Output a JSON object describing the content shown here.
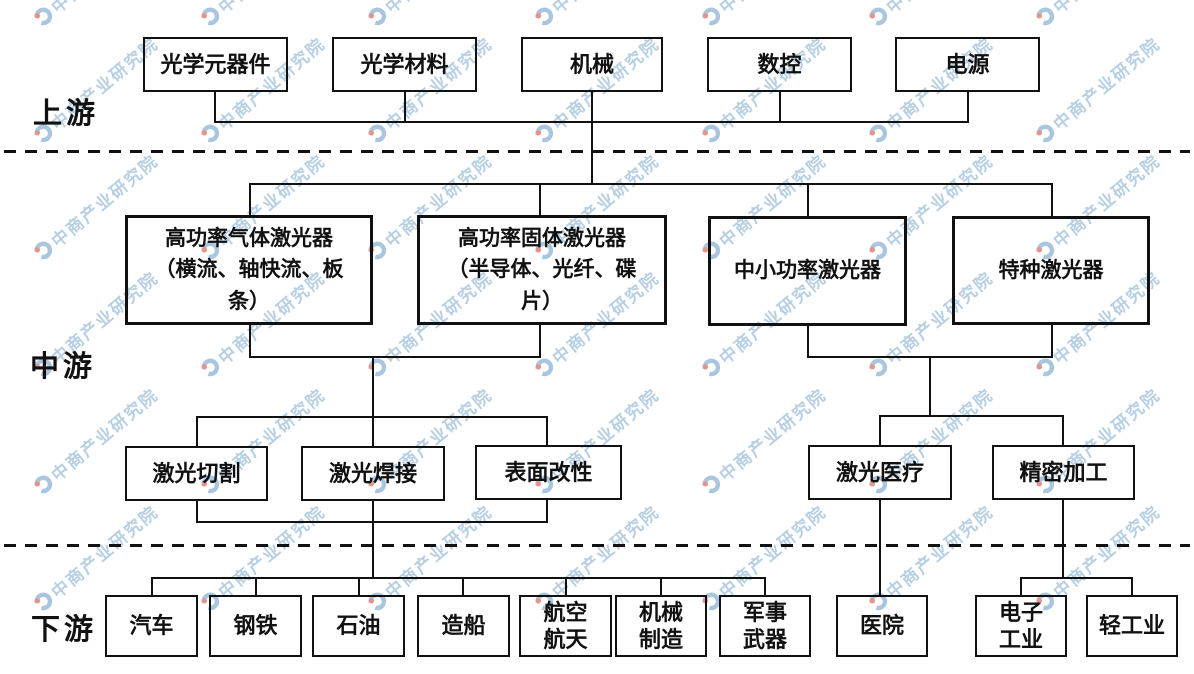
{
  "watermark": {
    "text": "中商产业研究院",
    "text_color": "#b7cfe3",
    "logo_blue": "#a9c6de",
    "logo_red": "#e8938a"
  },
  "stages": {
    "upstream": "上游",
    "midstream": "中游",
    "downstream": "下游"
  },
  "nodes": {
    "optical-components": "光学元器件",
    "optical-materials": "光学材料",
    "machinery": "机械",
    "cnc": "数控",
    "power-supply": "电源",
    "high-power-gas-laser": "高功率气体激光器\n（横流、轴快流、板\n条）",
    "high-power-solid-laser": "高功率固体激光器\n（半导体、光纤、碟\n片）",
    "small-mid-power-laser": "中小功率激光器",
    "special-laser": "特种激光器",
    "laser-cutting": "激光切割",
    "laser-welding": "激光焊接",
    "surface-modification": "表面改性",
    "laser-medical": "激光医疗",
    "precision-machining": "精密加工",
    "automobile": "汽车",
    "steel": "钢铁",
    "petroleum": "石油",
    "shipbuilding": "造船",
    "aerospace": "航空\n航天",
    "machinery-manufacturing": "机械\n制造",
    "military-weapons": "军事\n武器",
    "hospital": "医院",
    "electronics-industry": "电子\n工业",
    "light-industry": "轻工业"
  },
  "colors": {
    "line": "#111111",
    "box_border": "#111111",
    "text": "#111111",
    "background": "#ffffff"
  }
}
